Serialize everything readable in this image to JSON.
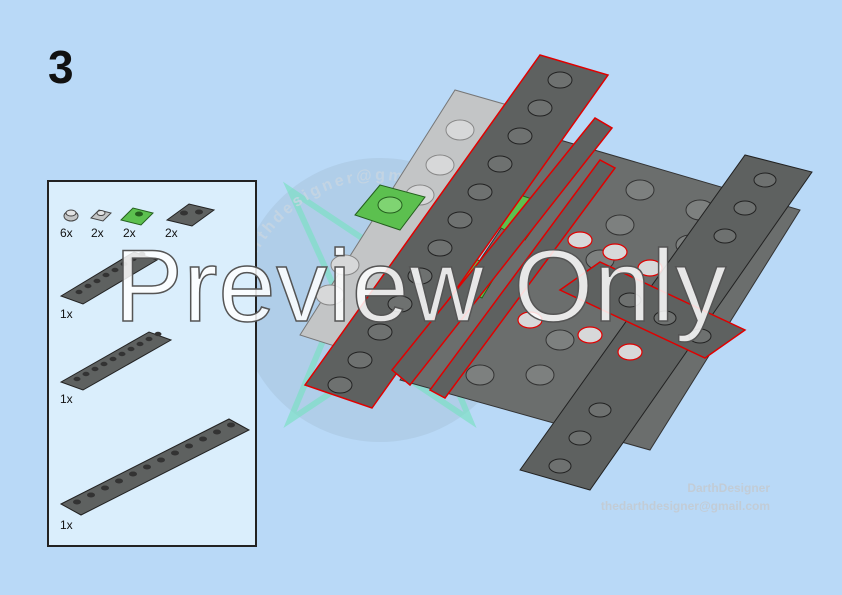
{
  "step": {
    "number": "3"
  },
  "parts": {
    "items": [
      {
        "qty": "6x",
        "icon": "round-stud-light-gray"
      },
      {
        "qty": "2x",
        "icon": "plate-1x1-light-gray"
      },
      {
        "qty": "2x",
        "icon": "plate-1x2-green"
      },
      {
        "qty": "2x",
        "icon": "plate-1x2-dark-gray"
      },
      {
        "qty": "1x",
        "icon": "plate-1x8-dark-gray"
      },
      {
        "qty": "1x",
        "icon": "plate-1x10-dark-gray"
      },
      {
        "qty": "1x",
        "icon": "plate-1x12-dark-gray"
      }
    ]
  },
  "watermark": {
    "ring_text": "thedarthdesigner@gmail.com",
    "overlay": "Preview Only"
  },
  "credit": {
    "name": "DarthDesigner",
    "email": "thedarthdesigner@gmail.com"
  },
  "colors": {
    "background": "#b9d9f7",
    "panel": "#daeefc",
    "dark_gray": "#5e6160",
    "light_gray": "#c3c5c6",
    "green": "#5cc04f",
    "highlight": "#e00000"
  }
}
